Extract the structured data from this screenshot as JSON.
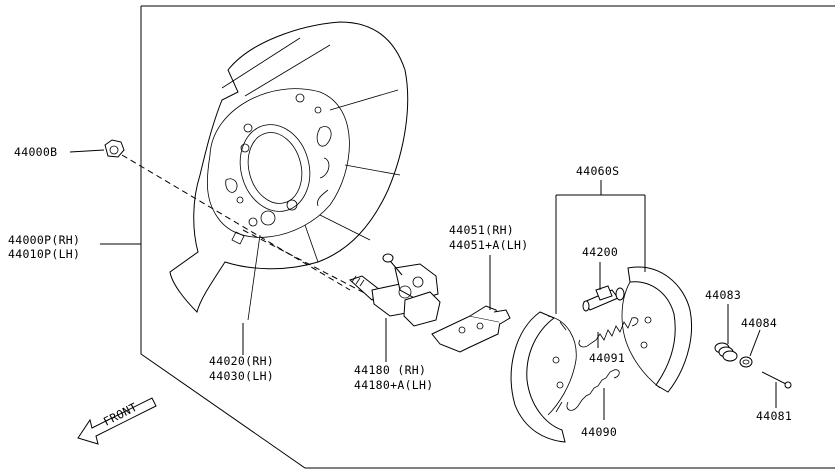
{
  "labels": {
    "l44000b": "44000B",
    "l44000p": "44000P(RH)",
    "l44010p": "44010P(LH)",
    "l44020": "44020(RH)",
    "l44030": "44030(LH)",
    "l44051": "44051(RH)",
    "l44051a": "44051+A(LH)",
    "l44060s": "44060S",
    "l44200": "44200",
    "l44180": "44180 (RH)",
    "l44180a": "44180+A(LH)",
    "l44083": "44083",
    "l44084": "44084",
    "l44091": "44091",
    "l44090": "44090",
    "l44081": "44081",
    "front": "FRONT"
  }
}
